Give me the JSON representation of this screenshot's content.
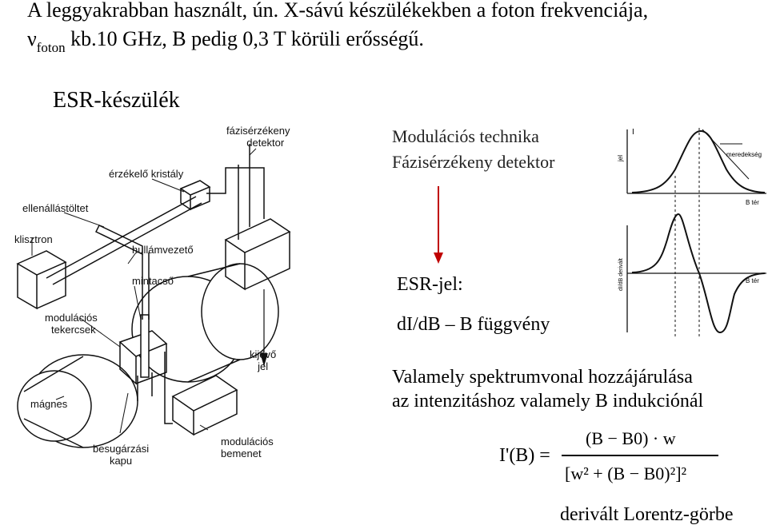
{
  "intro": {
    "line1": "A leggyakrabban használt, ún. X-sávú készülékekben a foton frekvenciája,",
    "nu": "ν",
    "nu_sub": "foton",
    "line2": "kb.10 GHz, B pedig 0,3 T körüli erősségű."
  },
  "device": {
    "title": "ESR-készülék",
    "labels": {
      "fazis": [
        "fázisérzékeny",
        "detektor"
      ],
      "erzekelo": "érzékelő kristály",
      "ellenallas": "ellenállástöltet",
      "klisztron": "klisztron",
      "hullamvezeto": "hullámvezető",
      "mintacso": "mintacső",
      "modulacios_tekercsek": [
        "modulációs",
        "tekercsek"
      ],
      "kijovo": [
        "kijövő",
        "jel"
      ],
      "magnes": "mágnes",
      "besugarzasi": [
        "besugárzási",
        "kapu"
      ],
      "modulacios_bemenet": [
        "modulációs",
        "bemenet"
      ]
    }
  },
  "technique": {
    "line1": "Modulációs technika",
    "line2": "Fázisérzékeny detektor"
  },
  "signal": {
    "heading": "ESR-jel:",
    "function": "dI/dB – B függvény"
  },
  "plots": {
    "top_ylabel_symbol": "I",
    "top_ylabel": "jel",
    "top_annotation": "meredekség",
    "top_xlabel": "B tér",
    "bottom_ylabel": "dI/dB derivált",
    "bottom_xlabel": "B tér"
  },
  "description": {
    "line1": "Valamely spektrumvonal hozzájárulása",
    "line2": "az intenzitáshoz valamely B indukciónál"
  },
  "formula": {
    "lhs": "I'(B) =",
    "numerator": "(B − B0) · w",
    "denominator": "[w² + (B − B0)²]²",
    "caption": "derivált Lorentz-görbe"
  }
}
